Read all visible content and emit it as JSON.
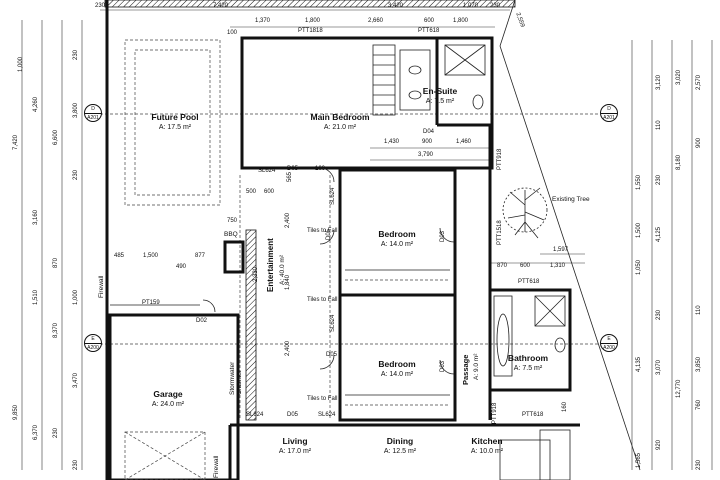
{
  "rooms": [
    {
      "name": "Future Pool",
      "area": "A: 17.5 m²"
    },
    {
      "name": "Main Bedroom",
      "area": "A: 21.0 m²"
    },
    {
      "name": "En-Suite",
      "area": "A: 7.5 m²"
    },
    {
      "name": "Bedroom",
      "area": "A: 14.0 m²"
    },
    {
      "name": "Bedroom",
      "area": "A: 14.0 m²"
    },
    {
      "name": "Entertainment",
      "area": "A: 40.0 m²"
    },
    {
      "name": "Garage",
      "area": "A: 24.0 m²"
    },
    {
      "name": "Bathroom",
      "area": "A: 7.5 m²"
    },
    {
      "name": "Living",
      "area": "A: 17.0 m²"
    },
    {
      "name": "Dining",
      "area": "A: 12.5 m²"
    },
    {
      "name": "Kitchen",
      "area": "A: 10.0 m²"
    },
    {
      "name": "Passage",
      "area": "A: 9.0 m²"
    }
  ],
  "labels": {
    "bbq": "BBQ",
    "firewall_1": "Firewall",
    "firewall_2": "Firewall",
    "stormwater": "Stormwater Channel",
    "existing_tree": "Existing Tree",
    "tiles_1": "Tiles to Fall",
    "tiles_2": "Tiles to Fall",
    "tiles_3": "Tiles to Fall"
  },
  "tags": {
    "ptt1818": "PTT1818",
    "ptt618_top": "PTT618",
    "ptt918": "PTT918",
    "ptt1518": "PTT1518",
    "ptt618_bath": "PTT618",
    "ptt918_b": "PTT918",
    "ptt618_bottom": "PTT618",
    "pt159": "PT159",
    "sl624_1": "SL624",
    "sl624_2": "SL624",
    "sl624_3": "SL624",
    "sl624_4": "SL624",
    "sl624_5": "SL624",
    "d02": "D02",
    "d03_1": "D03",
    "d03_2": "D03",
    "d04": "D04",
    "d05_1": "D05",
    "d05_2": "D05",
    "d05_3": "D05",
    "d05_4": "D05"
  },
  "dims_top": [
    "7,420",
    "3,420",
    "1,070",
    "230",
    "1,370",
    "1,800",
    "2,660",
    "600",
    "1,800",
    "100",
    "230"
  ],
  "dims_mid": [
    "1,430",
    "900",
    "1,460",
    "3,790",
    "500",
    "600",
    "565",
    "750",
    "100",
    "1,597",
    "870",
    "600",
    "1,310"
  ],
  "dims_left": [
    "1,000",
    "4,260",
    "6,600",
    "7,420",
    "3,160",
    "3,800",
    "1,510",
    "870",
    "1,000",
    "8,370",
    "3,470",
    "9,850",
    "6,370",
    "230",
    "230",
    "230",
    "230",
    "1,500",
    "877",
    "490",
    "485",
    "2,330",
    "2,400",
    "1,840",
    "2,400"
  ],
  "dims_right": [
    "3,020",
    "2,570",
    "3,120",
    "8,180",
    "4,125",
    "1,550",
    "1,500",
    "1,050",
    "12,770",
    "3,850",
    "3,070",
    "4,135",
    "760",
    "1,565",
    "160",
    "920",
    "110",
    "900",
    "110",
    "230",
    "230",
    "230"
  ],
  "sections": [
    {
      "letter": "D",
      "sheet": "A201"
    },
    {
      "letter": "D",
      "sheet": "A201"
    },
    {
      "letter": "E",
      "sheet": "A200"
    },
    {
      "letter": "E",
      "sheet": "A200"
    }
  ],
  "diag_dim": "2,559"
}
